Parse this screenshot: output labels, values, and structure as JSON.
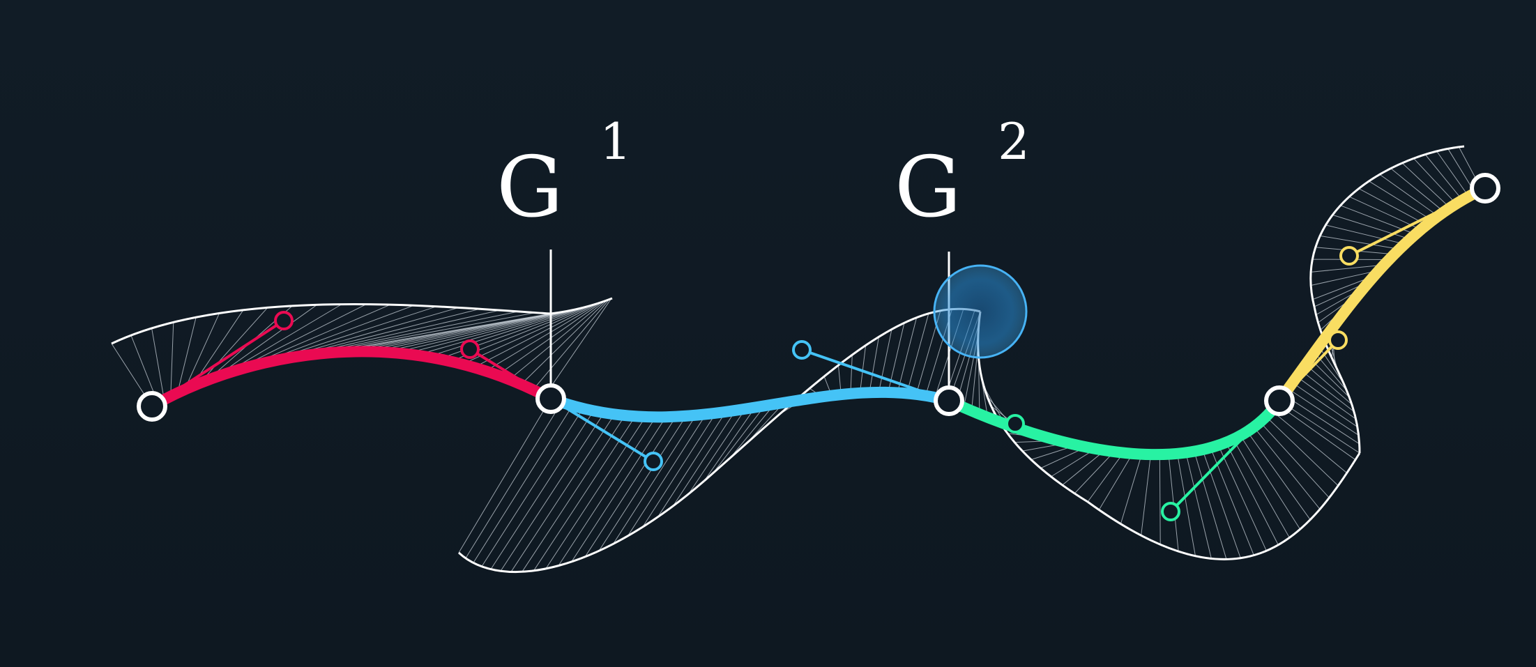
{
  "labels": {
    "g1": {
      "base": "G",
      "sup": "1"
    },
    "g2": {
      "base": "G",
      "sup": "2"
    }
  },
  "colors": {
    "background": "#0f1a24",
    "segment_1": "#ea0a52",
    "segment_2": "#45c3f6",
    "segment_3": "#28f2a3",
    "segment_4": "#f9dd62",
    "outline": "#ffffff",
    "hatch": "#c8d0d8",
    "highlight": "#3aa0e6"
  },
  "icons": {
    "node": "hollow-circle-node",
    "handle": "small-hollow-circle-handle",
    "highlight": "glowing-blue-disc"
  }
}
